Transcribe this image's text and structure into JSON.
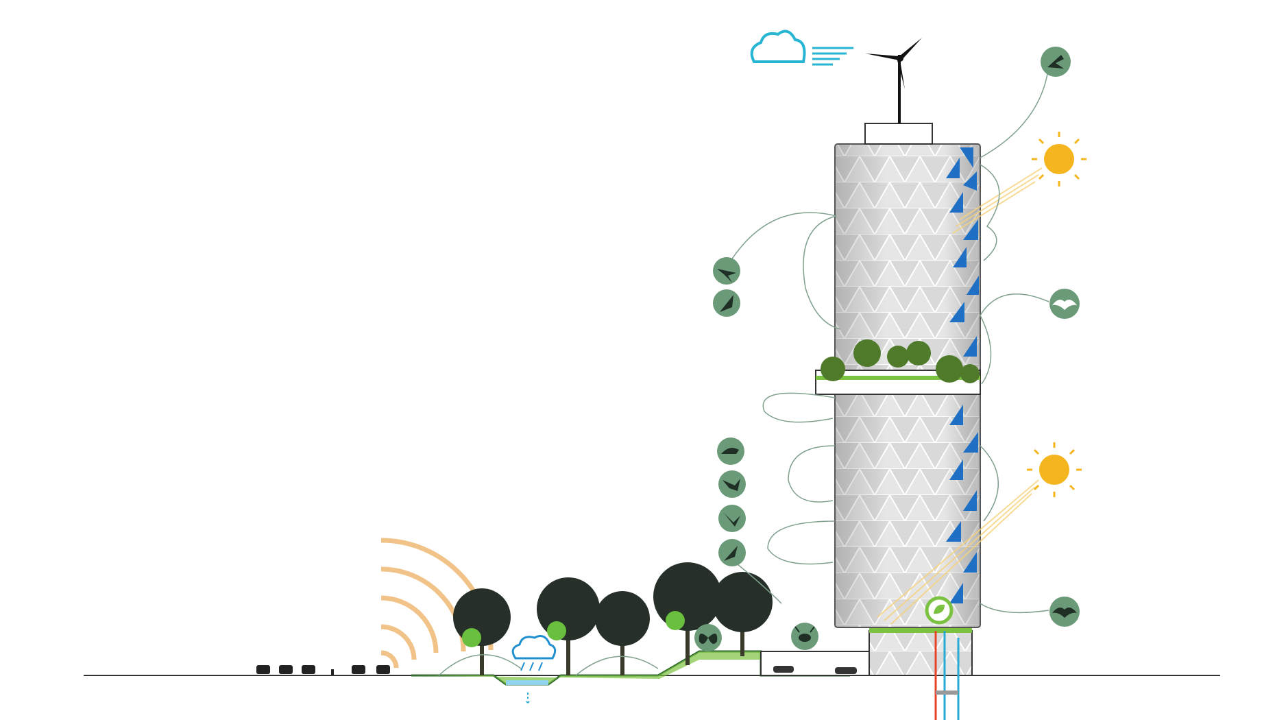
{
  "colors": {
    "background": "#ffffff",
    "ground_line": "#333333",
    "tower_facade": "#dcdcdc",
    "tower_grid": "#ffffff",
    "solar_panels": "#1f6fc4",
    "icon_circle": "#6a9a78",
    "icon_glyph": "#1f2f25",
    "tree_canopy": "#263029",
    "grass": "#4caf50",
    "connector_lines": "#7fa08c",
    "wind_and_cloud": "#26b5d3",
    "sun": "#f5b51f",
    "noise_arcs": "#f2c389",
    "hot_pipe": "#e8442a",
    "cold_pipe": "#29a9d6",
    "leaf_badge": "#7cc242"
  },
  "elements": {
    "wind": [
      "cloud-icon",
      "wind-lines-icon",
      "wind-turbine"
    ],
    "sun": [
      "sun-icon-upper",
      "sun-icon-lower"
    ],
    "wildlife_icons_left": [
      "swallow-icon",
      "crow-icon",
      "small-bird-icon",
      "hawk-icon",
      "hummingbird-icon",
      "perched-bird-icon"
    ],
    "wildlife_icons_right": [
      "eagle-icon",
      "bat-icon",
      "bat-icon-lower"
    ],
    "insect_icons": [
      "butterfly-icon",
      "bee-icon"
    ],
    "ground": [
      "noise-arcs",
      "cars",
      "trees",
      "rain-garden",
      "parking-garage",
      "geothermal-pipes"
    ]
  }
}
